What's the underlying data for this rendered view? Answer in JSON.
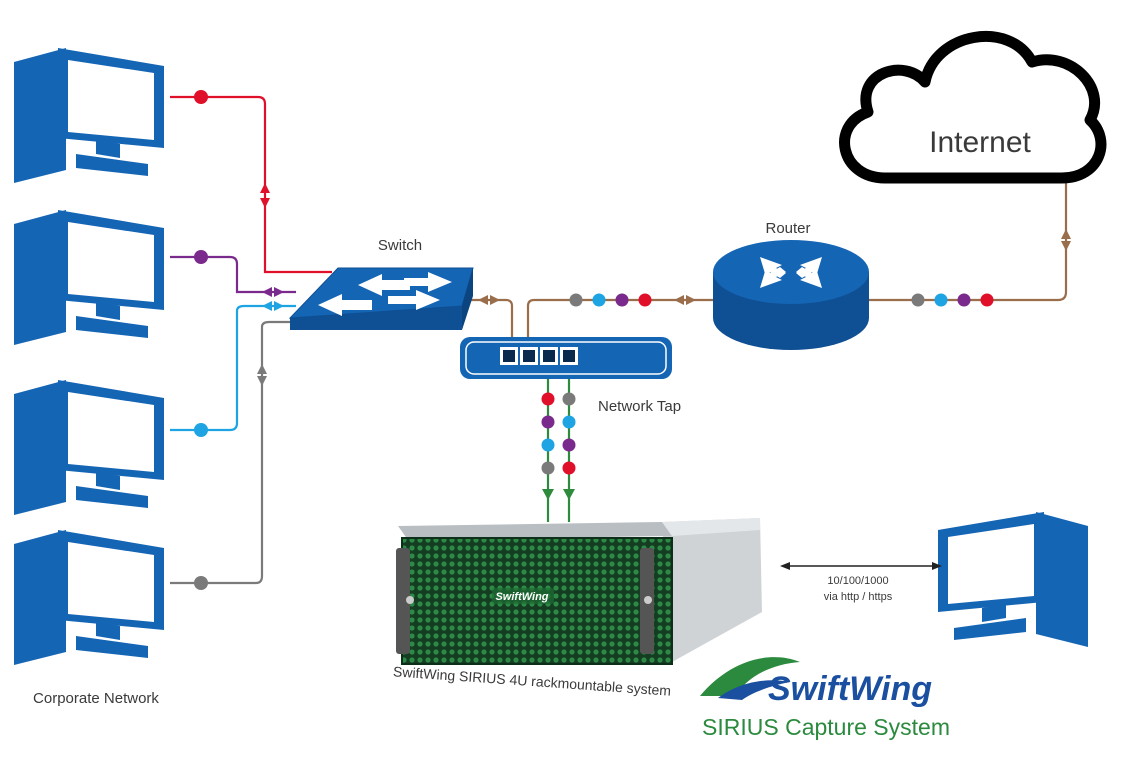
{
  "labels": {
    "switch": "Switch",
    "router": "Router",
    "network_tap": "Network Tap",
    "internet": "Internet",
    "corporate_network": "Corporate Network",
    "speed": "10/100/1000",
    "protocol": "via http / https",
    "appliance": "SwiftWing SIRIUS 4U rackmountable system",
    "appliance_badge": "SwiftWing",
    "brand_name": "SwiftWing",
    "brand_tagline": "SIRIUS Capture System"
  },
  "colors": {
    "device_blue": "#1565b5",
    "red": "#e0102a",
    "purple": "#7a2a8c",
    "cyan": "#1ea3e3",
    "gray": "#7a7a7a",
    "brown": "#9a6d4b",
    "green": "#2e8b3d",
    "brand_green": "#2b8a3e",
    "brand_blue": "#1b4fa0"
  },
  "icons": {
    "workstation": "computer-monitor-icon",
    "switch": "network-switch-icon",
    "router": "router-icon",
    "cloud": "cloud-icon",
    "tap": "network-tap-icon",
    "server": "rack-server-icon",
    "logo": "swiftwing-logo-icon"
  }
}
